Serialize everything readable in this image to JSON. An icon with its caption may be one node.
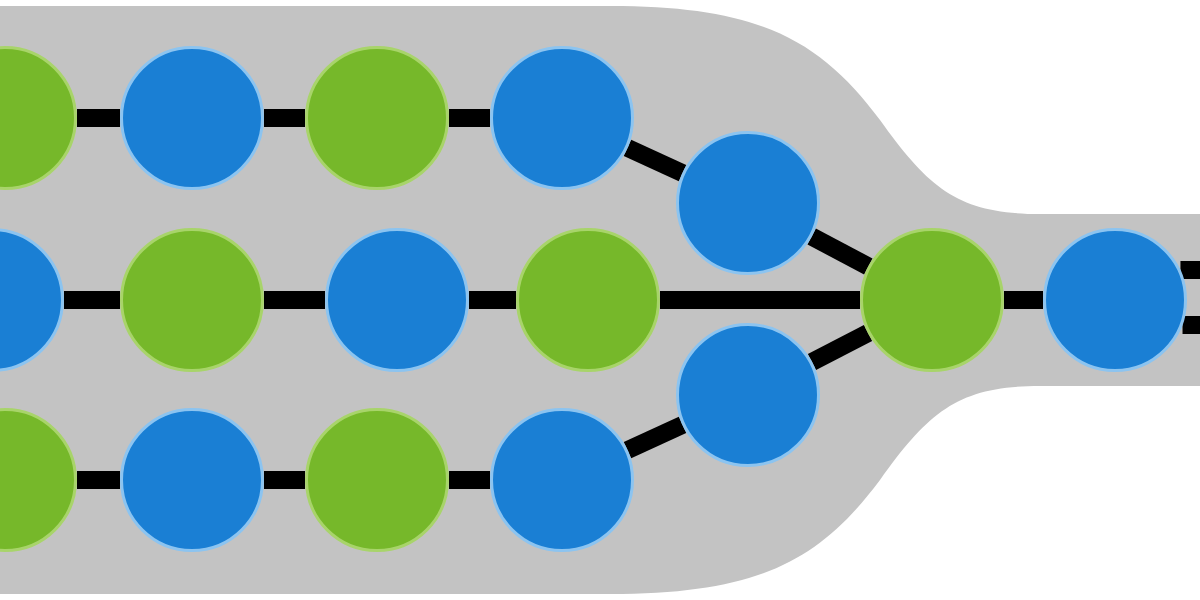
{
  "diagram": {
    "nodes": [
      {
        "text": [],
        "shape": "circle"
      },
      {
        "text": [],
        "shape": "circle"
      },
      {
        "text": [],
        "shape": "circle"
      },
      {
        "text": [],
        "shape": "circle"
      },
      {
        "text": [],
        "shape": "circle"
      },
      {
        "text": [],
        "shape": "circle"
      },
      {
        "text": [],
        "shape": "circle"
      },
      {
        "text": [],
        "shape": "circle"
      },
      {
        "text": [],
        "shape": "circle"
      },
      {
        "text": [],
        "shape": "circle"
      },
      {
        "text": [],
        "shape": "circle"
      },
      {
        "text": [],
        "shape": "circle"
      },
      {
        "text": [],
        "shape": "circle"
      },
      {
        "text": [],
        "shape": "circle"
      },
      {
        "text": [],
        "shape": "circle"
      },
      {
        "text": [],
        "shape": "circle"
      }
    ],
    "edges": [
      {
        "from": 0,
        "to": 1,
        "arrow": "none"
      },
      {
        "from": 1,
        "to": 2,
        "arrow": "none"
      },
      {
        "from": 2,
        "to": 3,
        "arrow": "none"
      },
      {
        "from": 3,
        "to": 4,
        "arrow": "none"
      },
      {
        "from": 4,
        "to": 9,
        "arrow": "none"
      },
      {
        "from": 5,
        "to": 6,
        "arrow": "none"
      },
      {
        "from": 6,
        "to": 7,
        "arrow": "none"
      },
      {
        "from": 7,
        "to": 8,
        "arrow": "none"
      },
      {
        "from": 8,
        "to": 9,
        "arrow": "none"
      },
      {
        "from": 9,
        "to": 10,
        "arrow": "none"
      },
      {
        "from": 10,
        "to": null,
        "arrow": "none"
      },
      {
        "from": 10,
        "to": null,
        "arrow": "none"
      },
      {
        "from": 11,
        "to": 12,
        "arrow": "none"
      },
      {
        "from": 12,
        "to": 13,
        "arrow": "none"
      },
      {
        "from": 13,
        "to": 14,
        "arrow": "none"
      },
      {
        "from": 14,
        "to": 15,
        "arrow": "none"
      },
      {
        "from": 15,
        "to": 9,
        "arrow": "none"
      }
    ]
  }
}
